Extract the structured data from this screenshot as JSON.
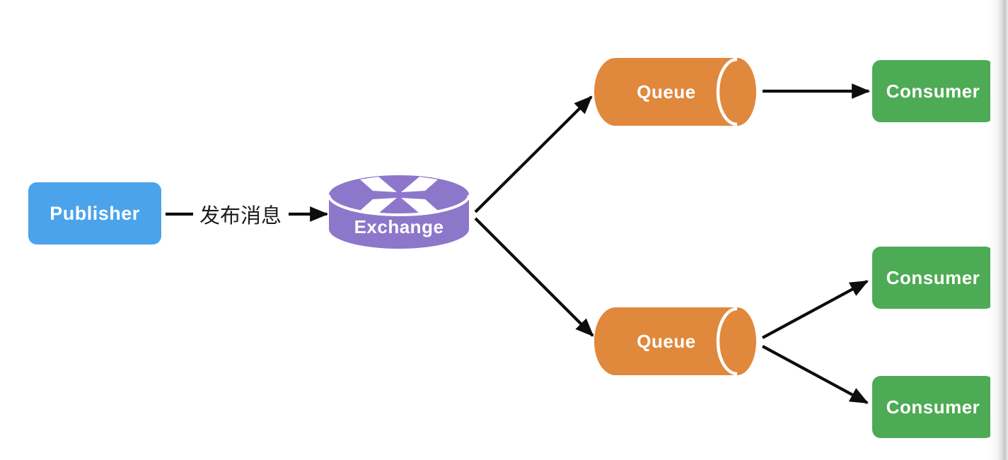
{
  "nodes": {
    "publisher": {
      "label": "Publisher"
    },
    "exchange": {
      "label": "Exchange"
    },
    "queue1": {
      "label": "Queue"
    },
    "queue2": {
      "label": "Queue"
    },
    "consumer1": {
      "label": "Consumer"
    },
    "consumer2": {
      "label": "Consumer"
    },
    "consumer3": {
      "label": "Consumer"
    }
  },
  "edges": {
    "publish_label": "发布消息"
  },
  "colors": {
    "publisher_blue": "#4BA3EB",
    "exchange_purple": "#8C77CB",
    "queue_orange": "#E0883C",
    "consumer_green": "#4EAB55",
    "arrow_black": "#0d0d0d",
    "flow_label_text": "#1c1c1c",
    "node_text": "#ffffff",
    "cylinder_line_white": "#ffffff"
  }
}
